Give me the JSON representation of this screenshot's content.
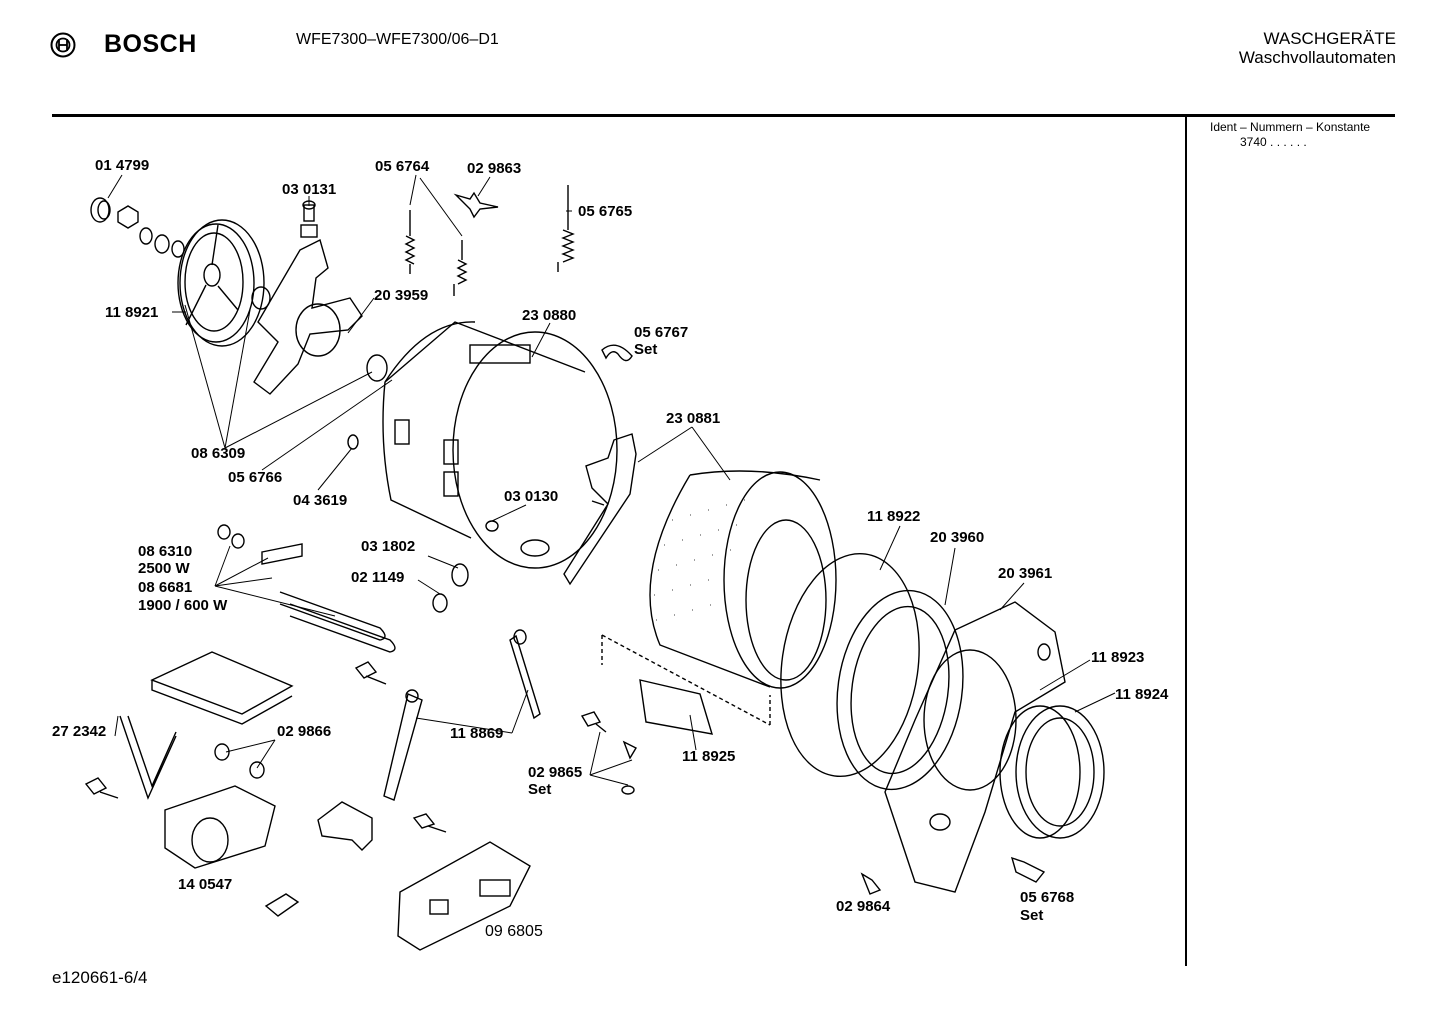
{
  "header": {
    "brand": "BOSCH",
    "model": "WFE7300–WFE7300/06–D1",
    "category_line1": "WASCHGERÄTE",
    "category_line2": "Waschvollautomaten"
  },
  "sidebar": {
    "ident_label": "Ident – Nummern – Konstante",
    "ident_value": "3740 . .   . . . ."
  },
  "footer": {
    "code": "e120661-6/4"
  },
  "parts": {
    "p014799": "01 4799",
    "p030131": "03 0131",
    "p056764": "05 6764",
    "p029863": "02 9863",
    "p056765": "05 6765",
    "p118921": "11 8921",
    "p203959": "20 3959",
    "p230880": "23 0880",
    "p056767": "05 6767",
    "p056767_set": "Set",
    "p086309": "08 6309",
    "p056766": "05 6766",
    "p043619": "04 3619",
    "p230881": "23 0881",
    "p030130": "03 0130",
    "p086310": "08 6310",
    "p2500w": "2500 W",
    "p086681": "08 6681",
    "p1900": "1900 / 600 W",
    "p031802": "03 1802",
    "p021149": "02 1149",
    "p118922": "11 8922",
    "p203960": "20 3960",
    "p203961": "20 3961",
    "p118923": "11 8923",
    "p118924": "11 8924",
    "p272342": "27 2342",
    "p029866": "02 9866",
    "p118869": "11 8869",
    "p029865": "02 9865",
    "p029865_set": "Set",
    "p118925": "11 8925",
    "p140547": "14 0547",
    "p029864": "02 9864",
    "p056768": "05 6768",
    "p056768_set": "Set",
    "p096805": "09 6805"
  }
}
